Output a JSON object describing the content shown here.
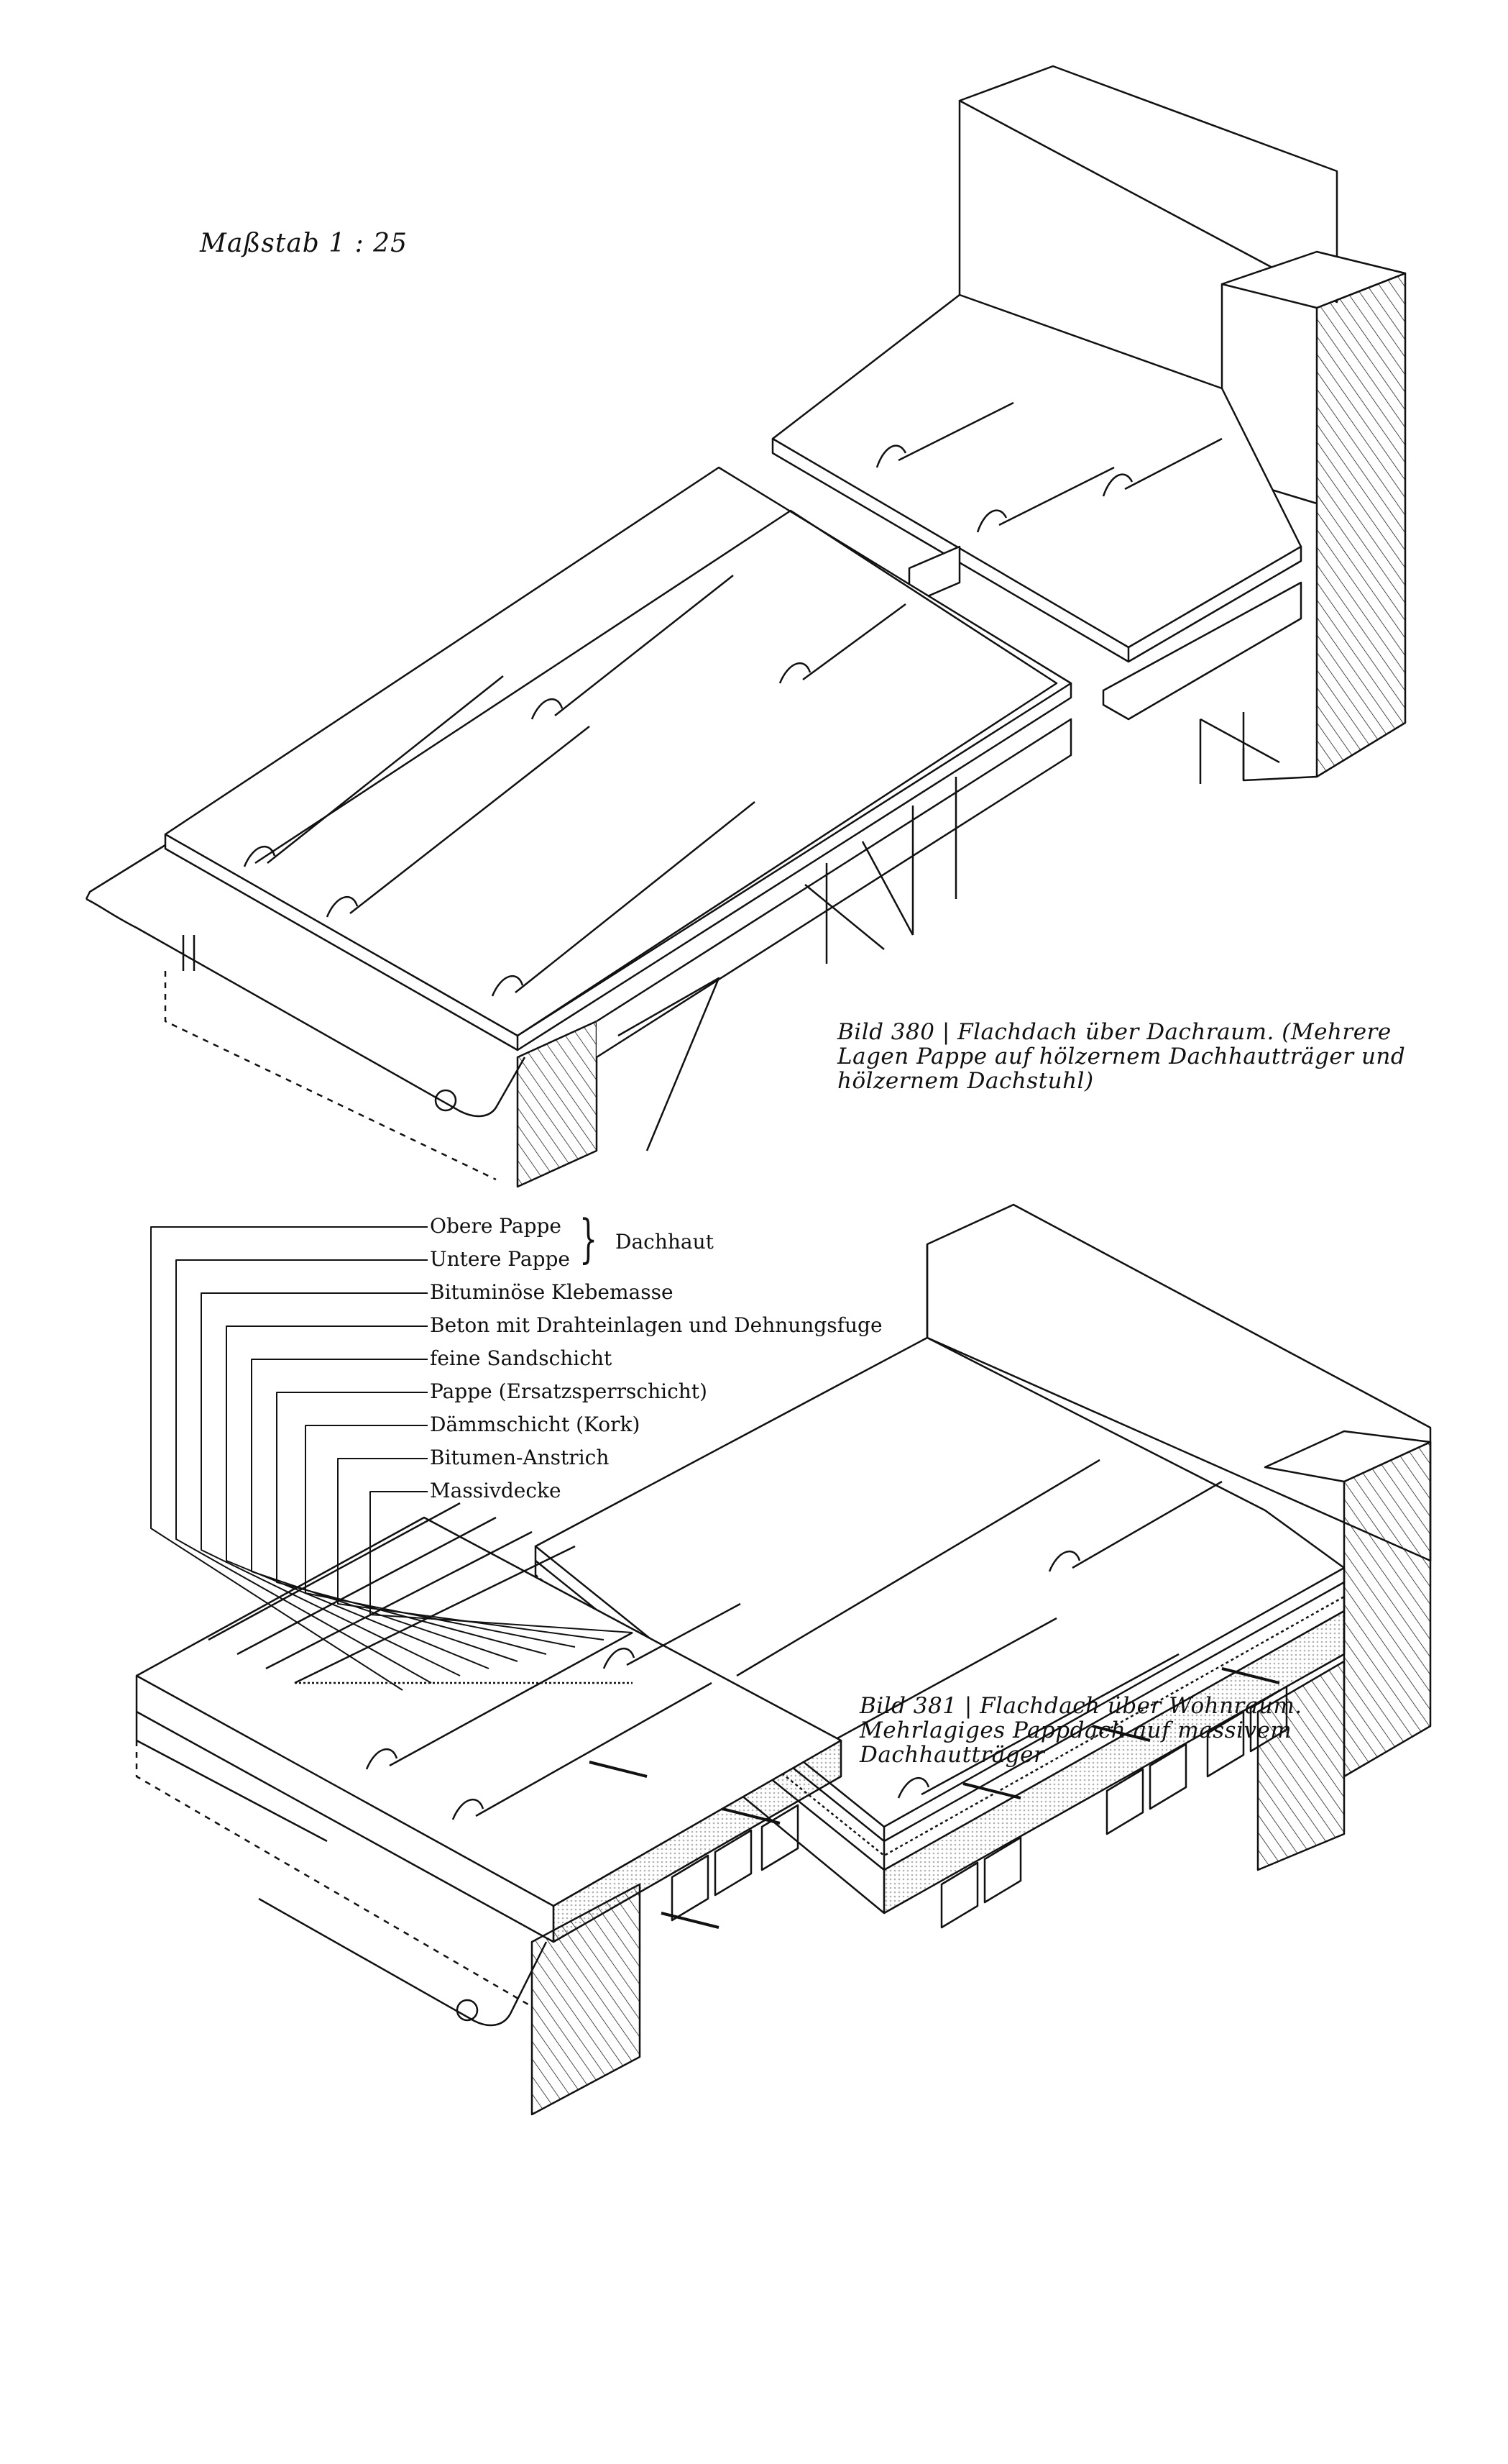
{
  "scale_label": "Maßstab 1 : 25",
  "figure_380": {
    "caption": "Bild 380 | Flachdach über Dachraum. (Mehrere Lagen Pappe auf hölzernem Dachhautträger und hölzernem Dachstuhl)"
  },
  "figure_381": {
    "caption": "Bild 381 | Flachdach über Wohnraum. Mehrlagiges Pappdach auf massivem Dachhautträger",
    "layer_labels": [
      "Obere Pappe",
      "Untere Pappe",
      "Bituminöse Klebemasse",
      "Beton mit Drahteinlagen und Dehnungsfuge",
      "feine Sandschicht",
      "Pappe (Ersatzsperrschicht)",
      "Dämmschicht (Kork)",
      "Bitumen-Anstrich",
      "Massivdecke"
    ],
    "group_label": "Dachhaut"
  }
}
